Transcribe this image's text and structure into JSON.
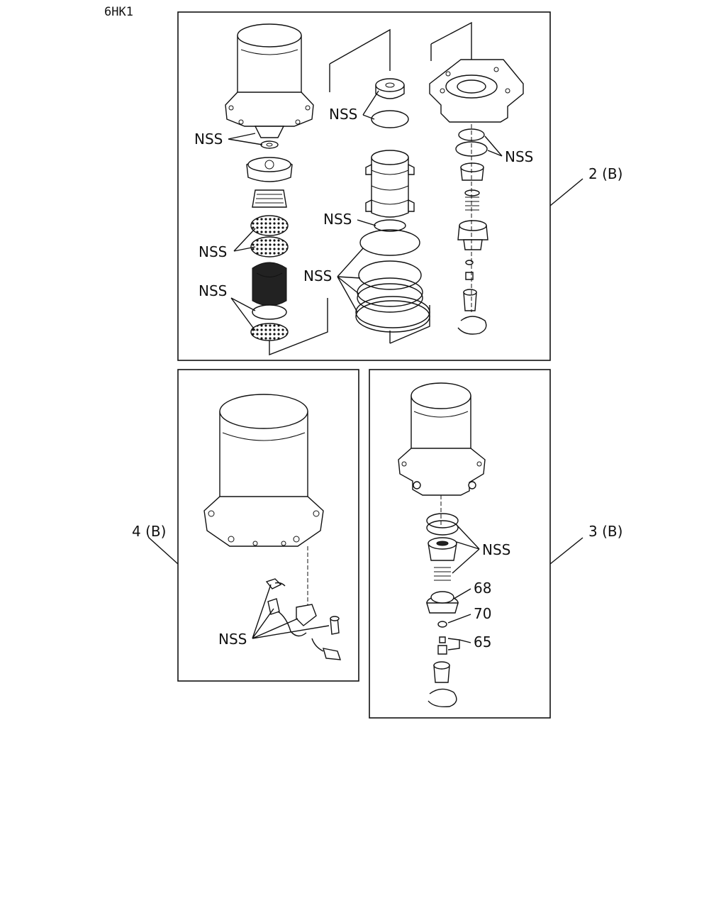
{
  "model": "6HK1",
  "callouts": {
    "group_2": "2 (B)",
    "group_3": "3 (B)",
    "group_4": "4 (B)"
  },
  "labels": {
    "nss": "NSS",
    "part_68": "68",
    "part_70": "70",
    "part_65": "65"
  }
}
